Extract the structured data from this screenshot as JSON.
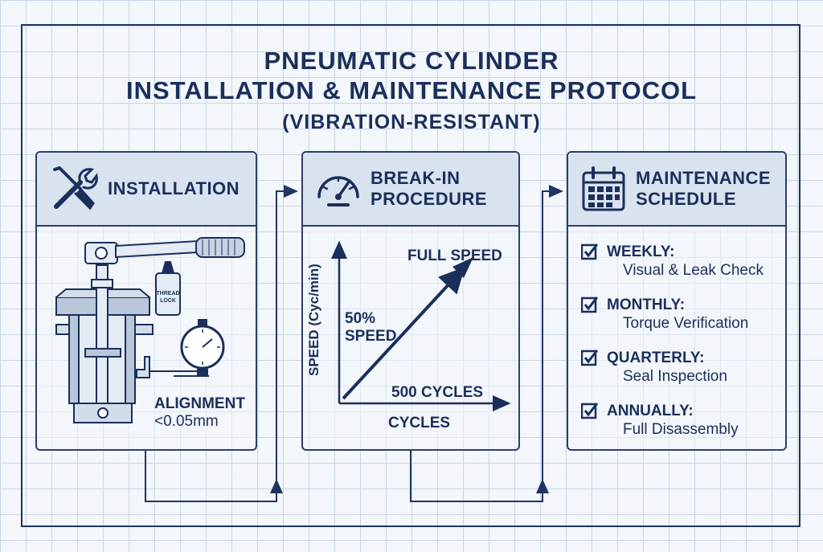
{
  "title": {
    "line1": "PNEUMATIC CYLINDER",
    "line2": "INSTALLATION & MAINTENANCE PROTOCOL",
    "line3": "(VIBRATION-RESISTANT)"
  },
  "installation": {
    "title": "INSTALLATION",
    "icon": "wrench-screwdriver-icon",
    "bottle_label_1": "THREAD",
    "bottle_label_2": "LOCK",
    "alignment_label": "ALIGNMENT",
    "alignment_value": "<0.05mm"
  },
  "break_in": {
    "title_line1": "BREAK-IN",
    "title_line2": "PROCEDURE",
    "icon": "speedometer-icon",
    "y_axis_label": "SPEED (Cyc/min)",
    "x_axis_label": "CYCLES",
    "full_speed_label": "FULL SPEED",
    "half_speed_label_1": "50%",
    "half_speed_label_2": "SPEED",
    "cycles_label": "500 CYCLES"
  },
  "maintenance": {
    "title_line1": "MAINTENANCE",
    "title_line2": "SCHEDULE",
    "icon": "calendar-icon",
    "items": [
      {
        "label": "WEEKLY:",
        "task": "Visual & Leak Check"
      },
      {
        "label": "MONTHLY:",
        "task": "Torque Verification"
      },
      {
        "label": "QUARTERLY:",
        "task": "Seal Inspection"
      },
      {
        "label": "ANNUALLY:",
        "task": "Full Disassembly"
      }
    ]
  },
  "colors": {
    "ink": "#1a2f5b",
    "header_fill": "#d9e3f0",
    "grid": "#c9d6e6",
    "background": "#f3f6fa"
  }
}
